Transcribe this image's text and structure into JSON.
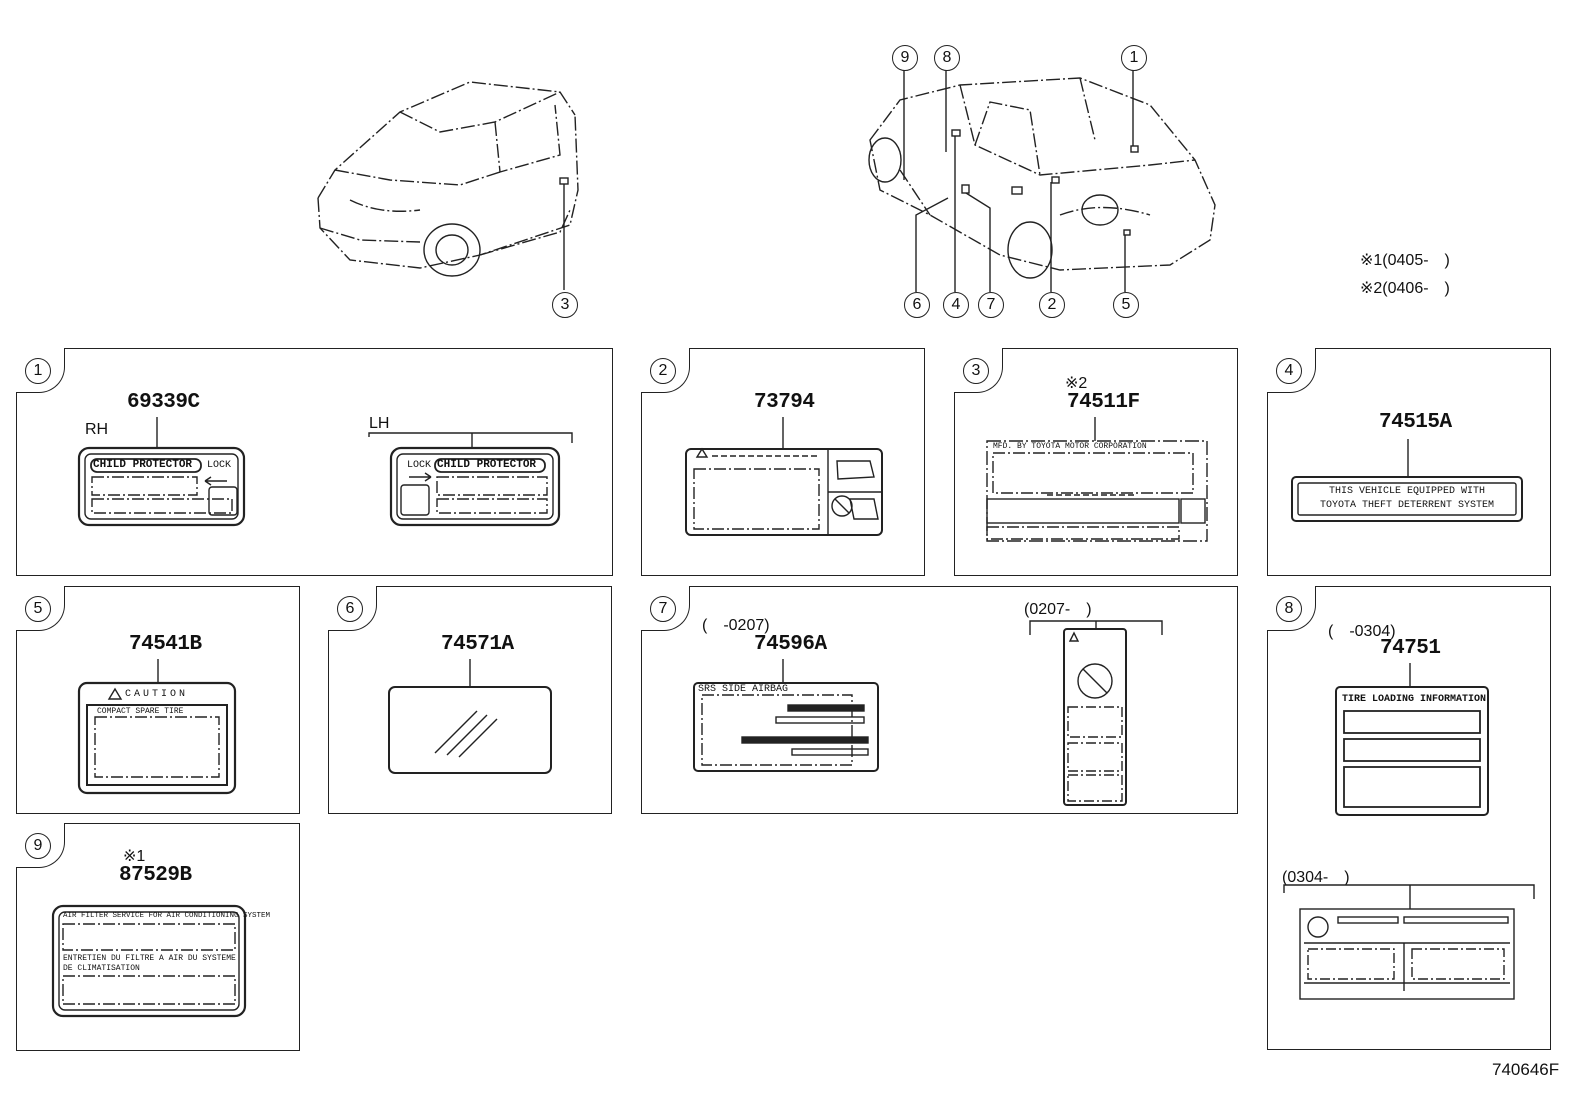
{
  "callouts": {
    "front_car": [
      "3"
    ],
    "rear_car_top": [
      "9",
      "8",
      "1"
    ],
    "rear_car_bottom": [
      "6",
      "4",
      "7",
      "2",
      "5"
    ]
  },
  "notes": {
    "n1": "※1(0405-　)",
    "n2": "※2(0406-　)"
  },
  "panels": {
    "p1": {
      "num": "1",
      "part": "69339C",
      "rh": "RH",
      "lh": "LH",
      "label_text": "CHILD PROTECTOR",
      "lock": "LOCK"
    },
    "p2": {
      "num": "2",
      "part": "73794"
    },
    "p3": {
      "num": "3",
      "mark": "※2",
      "part": "74511F",
      "label_text": "MFD. BY TOYOTA MOTOR CORPORATION"
    },
    "p4": {
      "num": "4",
      "part": "74515A",
      "line1": "THIS VEHICLE EQUIPPED WITH",
      "line2": "TOYOTA THEFT DETERRENT SYSTEM"
    },
    "p5": {
      "num": "5",
      "part": "74541B",
      "caution": "CAUTION",
      "sub": "COMPACT SPARE TIRE"
    },
    "p6": {
      "num": "6",
      "part": "74571A"
    },
    "p7": {
      "num": "7",
      "range_a": "(　-0207)",
      "part": "74596A",
      "range_b": "(0207-　)",
      "label_text": "SRS SIDE AIRBAG"
    },
    "p8": {
      "num": "8",
      "range_a": "(　-0304)",
      "part": "74751",
      "range_b": "(0304-　)",
      "label_text": "TIRE LOADING INFORMATION"
    },
    "p9": {
      "num": "9",
      "mark": "※1",
      "part": "87529B",
      "line1": "AIR FILTER SERVICE FOR AIR CONDITIONING SYSTEM",
      "line2": "ENTRETIEN DU FILTRE A AIR DU SYSTEME",
      "line3": "DE CLIMATISATION"
    }
  },
  "diagram_code": "740646F"
}
